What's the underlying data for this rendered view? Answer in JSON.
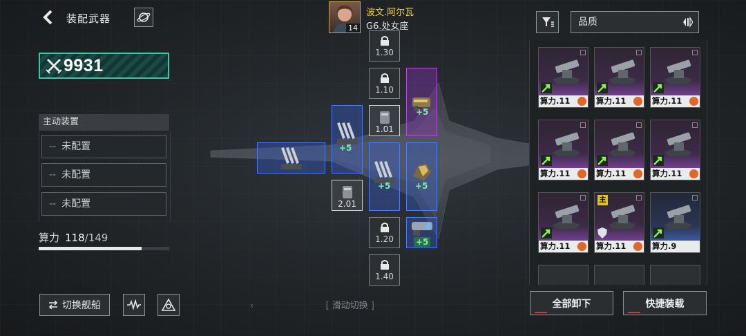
{
  "header": {
    "title": "装配武器"
  },
  "power": {
    "value": "9931"
  },
  "active_devices": {
    "title": "主动装置",
    "slots": [
      {
        "dash": "--",
        "label": "未配置"
      },
      {
        "dash": "--",
        "label": "未配置"
      },
      {
        "dash": "--",
        "label": "未配置"
      }
    ]
  },
  "compute": {
    "label": "算力",
    "current": "118",
    "max": "/149",
    "fill_fraction": 0.79
  },
  "pilot": {
    "name": "波文.阿尔瓦",
    "rank": "G6.处女座",
    "level": "14"
  },
  "ship_slots": {
    "locks": [
      "1.30",
      "1.10",
      "1.20",
      "1.40"
    ],
    "slotted": [
      "1.01",
      "2.01"
    ],
    "bonus": "+5"
  },
  "inventory": {
    "sort_label": "品质",
    "main_badge": "主",
    "items": [
      {
        "label": "算力.11",
        "rarity": "purple"
      },
      {
        "label": "算力.11",
        "rarity": "purple"
      },
      {
        "label": "算力.11",
        "rarity": "purple"
      },
      {
        "label": "算力.11",
        "rarity": "purple"
      },
      {
        "label": "算力.11",
        "rarity": "purple"
      },
      {
        "label": "算力.11",
        "rarity": "purple"
      },
      {
        "label": "算力.11",
        "rarity": "purple"
      },
      {
        "label": "算力.11",
        "rarity": "purple"
      },
      {
        "label": "算力.9",
        "rarity": "blue"
      }
    ]
  },
  "bottom": {
    "switch_ship": "切换舰船",
    "swipe_hint": "滑动切换",
    "unequip_all": "全部卸下",
    "quick_equip": "快捷装载"
  },
  "colors": {
    "accent": "#3fc4a6",
    "purple": "#b04ed8",
    "blue": "#4a7bff",
    "gold": "#f0d23e"
  }
}
